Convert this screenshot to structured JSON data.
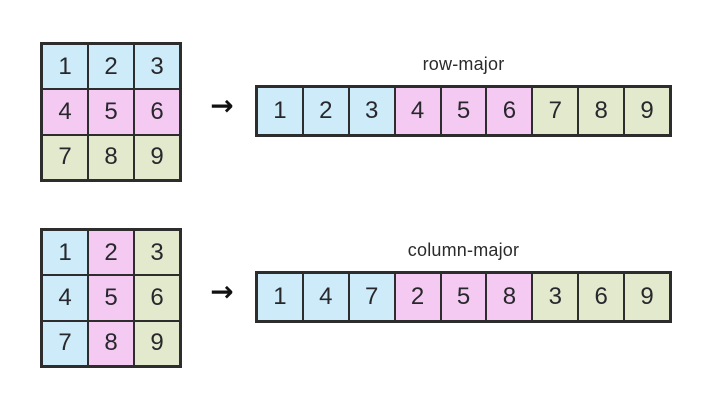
{
  "background": "#ffffff",
  "palette": {
    "blue": "#cdebf8",
    "pink": "#f4caf3",
    "green": "#e2e9cd",
    "border": "#2d2d2d",
    "text": "#28282c"
  },
  "arrow": {
    "glyph": "→",
    "icon": "right-arrow-icon"
  },
  "sections": [
    {
      "label": "row-major",
      "matrix": {
        "rows": 3,
        "cols": 3,
        "cells": [
          {
            "value": "1",
            "color": "blue"
          },
          {
            "value": "2",
            "color": "blue"
          },
          {
            "value": "3",
            "color": "blue"
          },
          {
            "value": "4",
            "color": "pink"
          },
          {
            "value": "5",
            "color": "pink"
          },
          {
            "value": "6",
            "color": "pink"
          },
          {
            "value": "7",
            "color": "green"
          },
          {
            "value": "8",
            "color": "green"
          },
          {
            "value": "9",
            "color": "green"
          }
        ]
      },
      "array": {
        "cells": [
          {
            "value": "1",
            "color": "blue"
          },
          {
            "value": "2",
            "color": "blue"
          },
          {
            "value": "3",
            "color": "blue"
          },
          {
            "value": "4",
            "color": "pink"
          },
          {
            "value": "5",
            "color": "pink"
          },
          {
            "value": "6",
            "color": "pink"
          },
          {
            "value": "7",
            "color": "green"
          },
          {
            "value": "8",
            "color": "green"
          },
          {
            "value": "9",
            "color": "green"
          }
        ]
      }
    },
    {
      "label": "column-major",
      "matrix": {
        "rows": 3,
        "cols": 3,
        "cells": [
          {
            "value": "1",
            "color": "blue"
          },
          {
            "value": "2",
            "color": "pink"
          },
          {
            "value": "3",
            "color": "green"
          },
          {
            "value": "4",
            "color": "blue"
          },
          {
            "value": "5",
            "color": "pink"
          },
          {
            "value": "6",
            "color": "green"
          },
          {
            "value": "7",
            "color": "blue"
          },
          {
            "value": "8",
            "color": "pink"
          },
          {
            "value": "9",
            "color": "green"
          }
        ]
      },
      "array": {
        "cells": [
          {
            "value": "1",
            "color": "blue"
          },
          {
            "value": "4",
            "color": "blue"
          },
          {
            "value": "7",
            "color": "blue"
          },
          {
            "value": "2",
            "color": "pink"
          },
          {
            "value": "5",
            "color": "pink"
          },
          {
            "value": "8",
            "color": "pink"
          },
          {
            "value": "3",
            "color": "green"
          },
          {
            "value": "6",
            "color": "green"
          },
          {
            "value": "9",
            "color": "green"
          }
        ]
      }
    }
  ]
}
